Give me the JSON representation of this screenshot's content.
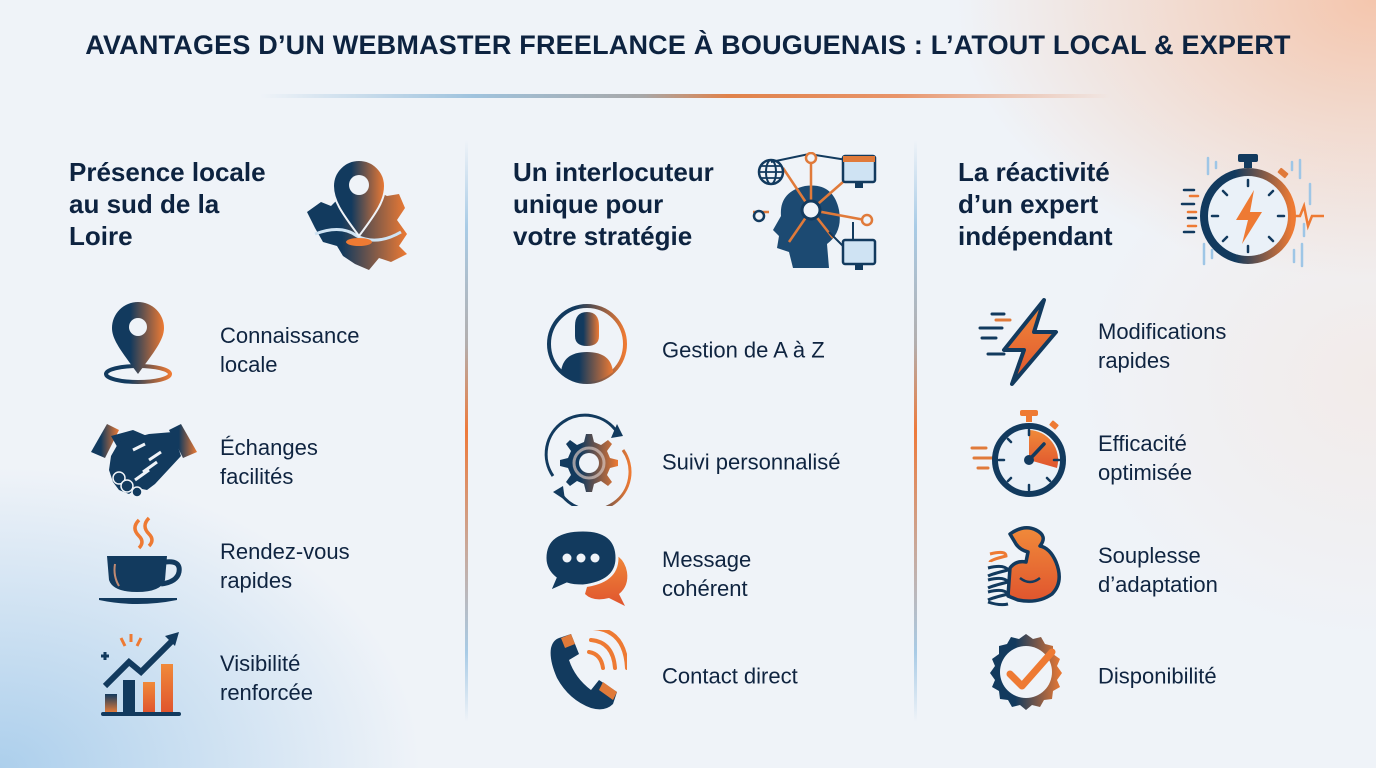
{
  "title": "AVANTAGES D’UN WEBMASTER FREELANCE À BOUGUENAIS : L’ATOUT LOCAL & EXPERT",
  "colors": {
    "navy": "#123a5e",
    "orange": "#ee7a33",
    "text": "#0f2440",
    "background": "#eff3f8",
    "glow_blue": "#96c3e8",
    "glow_peach": "#f5bea0"
  },
  "columns": [
    {
      "heading": [
        "Présence locale",
        "au sud de la",
        "Loire"
      ],
      "heading_icon": "map-pin-region-icon",
      "items": [
        {
          "icon": "location-pin-icon",
          "label": [
            "Connaissance",
            "locale"
          ]
        },
        {
          "icon": "handshake-icon",
          "label": [
            "Échanges",
            "facilités"
          ]
        },
        {
          "icon": "coffee-cup-icon",
          "label": [
            "Rendez-vous",
            "rapides"
          ]
        },
        {
          "icon": "growth-chart-icon",
          "label": [
            "Visibilité",
            "renforcée"
          ]
        }
      ]
    },
    {
      "heading": [
        "Un interlocuteur",
        "unique pour",
        "votre stratégie"
      ],
      "heading_icon": "head-network-icon",
      "items": [
        {
          "icon": "user-circle-icon",
          "label": [
            "Gestion de A à Z"
          ]
        },
        {
          "icon": "gear-cycle-icon",
          "label": [
            "Suivi personnalisé"
          ]
        },
        {
          "icon": "chat-bubbles-icon",
          "label": [
            "Message",
            "cohérent"
          ]
        },
        {
          "icon": "phone-ringing-icon",
          "label": [
            "Contact direct"
          ]
        }
      ]
    },
    {
      "heading": [
        "La réactivité",
        "d’un expert",
        "indépendant"
      ],
      "heading_icon": "stopwatch-lightning-icon",
      "items": [
        {
          "icon": "lightning-speed-icon",
          "label": [
            "Modifications",
            "rapides"
          ]
        },
        {
          "icon": "stopwatch-icon",
          "label": [
            "Efficacité",
            "optimisée"
          ]
        },
        {
          "icon": "flexed-arm-spring-icon",
          "label": [
            "Souplesse",
            "d’adaptation"
          ]
        },
        {
          "icon": "check-badge-icon",
          "label": [
            "Disponibilité"
          ]
        }
      ]
    }
  ]
}
